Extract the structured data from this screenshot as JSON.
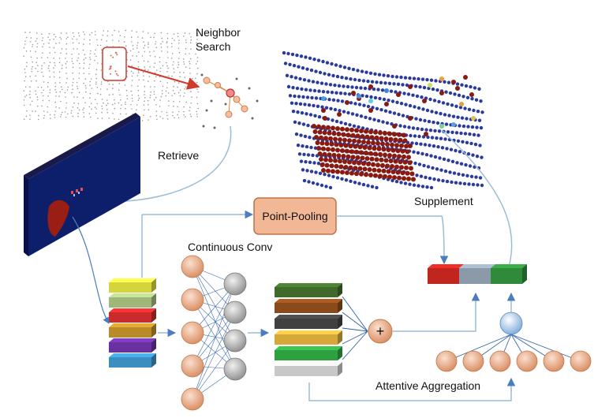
{
  "labels": {
    "neighbor_search": [
      "Neighbor",
      "Search"
    ],
    "retrieve": "Retrieve",
    "supplement": "Supplement",
    "point_pooling": "Point-Pooling",
    "continuous_conv": "Continuous Conv",
    "attentive_aggregation": "Attentive Aggregation",
    "plus": "+"
  },
  "colors": {
    "arrow": "#9bbcd8",
    "arrow_dark": "#2e5fa8",
    "pooling_fill": "#f2b795",
    "pooling_stroke": "#c0704a",
    "neuron_orange": "#e8a27a",
    "neuron_gray": "#a9a9a9",
    "neuron_blue": "#9cc3ea",
    "bev_map": "#0d1f6b",
    "pointcloud_blue": "#2b3b9c",
    "pointcloud_red": "#8a1a10"
  },
  "input_feature_colors": [
    "#d6d43c",
    "#9fb87a",
    "#c92a2a",
    "#b88a2a",
    "#6a2fa0",
    "#3a8fc0"
  ],
  "conv_output_colors": [
    "#3f6a2a",
    "#8a4a1a",
    "#404040",
    "#d6a83a",
    "#2fa040",
    "#c8c8c8"
  ],
  "output_feature_colors": [
    "#c0261e",
    "#8a9aa8",
    "#2f8a3a"
  ]
}
